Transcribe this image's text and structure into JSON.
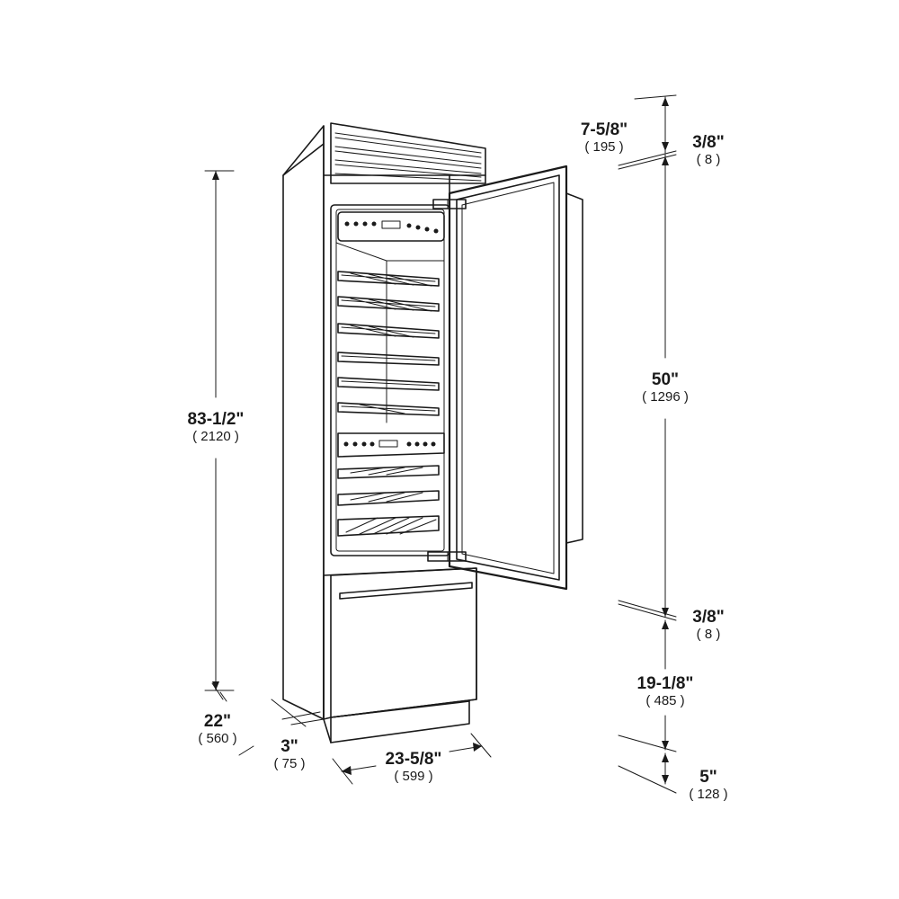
{
  "dimensions": {
    "overall_height": {
      "imperial": "83-1/2\"",
      "metric": "( 2120 )"
    },
    "depth": {
      "imperial": "22\"",
      "metric": "( 560 )"
    },
    "toe_kick_depth": {
      "imperial": "3\"",
      "metric": "( 75 )"
    },
    "width": {
      "imperial": "23-5/8\"",
      "metric": "( 599 )"
    },
    "top_grille": {
      "imperial": "7-5/8\"",
      "metric": "( 195 )"
    },
    "top_gap": {
      "imperial": "3/8\"",
      "metric": "( 8 )"
    },
    "door_height": {
      "imperial": "50\"",
      "metric": "( 1296 )"
    },
    "mid_gap": {
      "imperial": "3/8\"",
      "metric": "( 8 )"
    },
    "drawer_height": {
      "imperial": "19-1/8\"",
      "metric": "( 485 )"
    },
    "toe_kick_height": {
      "imperial": "5\"",
      "metric": "( 128 )"
    }
  }
}
